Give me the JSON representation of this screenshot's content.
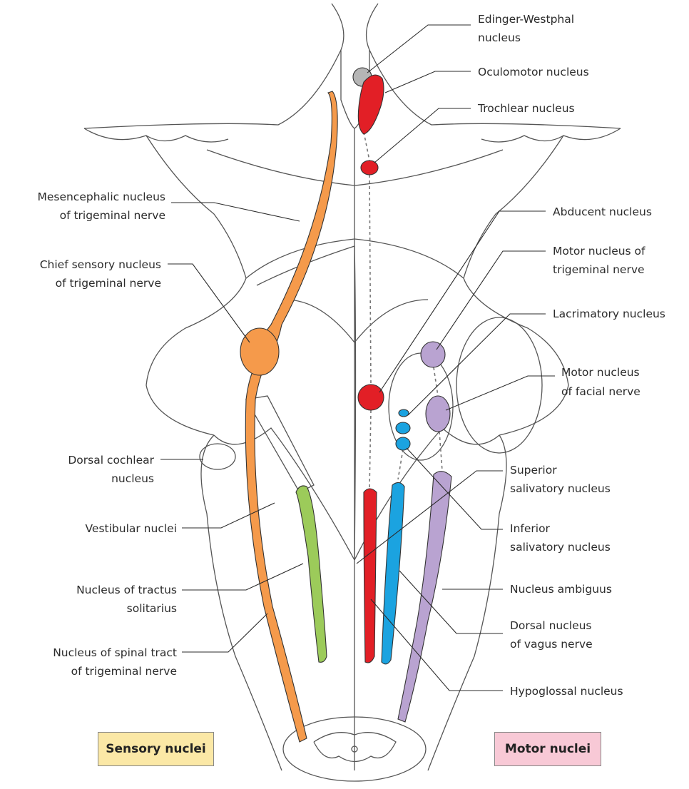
{
  "colors": {
    "sensory": "#F59A4B",
    "red": "#E21F26",
    "grey": "#B5B5B5",
    "purple": "#B9A3D1",
    "blue": "#1BA3E0",
    "green": "#9CCB5A",
    "sensory_box": "#FBE8A6",
    "motor_box": "#F8C9D6"
  },
  "labels": {
    "edinger_1": "Edinger-Westphal",
    "edinger_2": "nucleus",
    "oculomotor": "Oculomotor nucleus",
    "trochlear": "Trochlear nucleus",
    "abducent": "Abducent nucleus",
    "motor_trig_1": "Motor nucleus of",
    "motor_trig_2": "trigeminal nerve",
    "lacrimatory": "Lacrimatory nucleus",
    "motor_facial_1": "Motor nucleus",
    "motor_facial_2": "of facial nerve",
    "sup_sal_1": "Superior",
    "sup_sal_2": "salivatory nucleus",
    "inf_sal_1": "Inferior",
    "inf_sal_2": "salivatory nucleus",
    "ambiguus": "Nucleus ambiguus",
    "dorsal_vagus_1": "Dorsal nucleus",
    "dorsal_vagus_2": "of vagus nerve",
    "hypoglossal": "Hypoglossal nucleus",
    "mesen_1": "Mesencephalic nucleus",
    "mesen_2": "of trigeminal nerve",
    "chief_1": "Chief sensory nucleus",
    "chief_2": "of trigeminal nerve",
    "dorsal_cochlear_1": "Dorsal cochlear",
    "dorsal_cochlear_2": "nucleus",
    "vestibular": "Vestibular nuclei",
    "tractus_1": "Nucleus of tractus",
    "tractus_2": "solitarius",
    "spinal_1": "Nucleus of spinal tract",
    "spinal_2": "of trigeminal nerve"
  },
  "legend": {
    "sensory": "Sensory nuclei",
    "motor": "Motor nuclei"
  }
}
